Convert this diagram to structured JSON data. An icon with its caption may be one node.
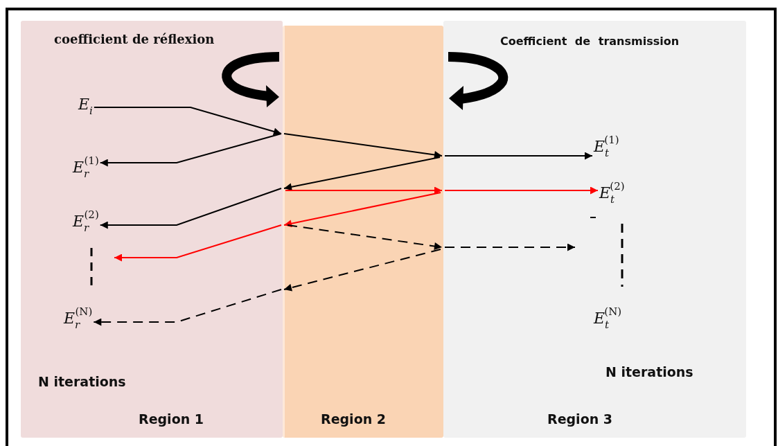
{
  "diagram": {
    "nodes": [
      {
        "text": [
          "Region 1"
        ]
      },
      {
        "text": [
          "Region 2"
        ]
      },
      {
        "text": [
          "Region 3"
        ]
      },
      {
        "text": [
          "E$_{i}$"
        ],
        "in": 0
      },
      {
        "text": [
          "E$_{r}$$^{(1)}$"
        ],
        "in": 0
      },
      {
        "text": [
          "E$_{r}$$^{(2)}$"
        ],
        "in": 0
      },
      {
        "text": [
          "E$_{r}$$^{(N)}$"
        ],
        "in": 0
      },
      {
        "text": [
          "E$_{t}$$^{(1)}$"
        ],
        "in": 2
      },
      {
        "text": [
          "E$_{t}$$^{(2)}$"
        ],
        "in": 2
      },
      {
        "text": [
          "E$_{t}$$^{(N)}$"
        ],
        "in": 2
      }
    ],
    "edges": [
      {
        "from": 3,
        "to": 1,
        "arrow": "to"
      },
      {
        "from": 1,
        "to": 4,
        "arrow": "to"
      },
      {
        "from": 1,
        "to": 2,
        "arrow": "to"
      },
      {
        "from": 1,
        "to": 7,
        "arrow": "to"
      },
      {
        "from": 1,
        "to": 0,
        "arrow": "to"
      },
      {
        "from": 1,
        "to": 5,
        "arrow": "to"
      },
      {
        "from": 1,
        "to": 2,
        "arrow": "to",
        "color": "#ff0000"
      },
      {
        "from": 1,
        "to": 8,
        "arrow": "to",
        "color": "#ff0000"
      },
      {
        "from": 1,
        "to": 0,
        "arrow": "to",
        "color": "#ff0000"
      },
      {
        "from": 1,
        "to": null,
        "arrow": "to",
        "color": "#ff0000"
      },
      {
        "from": 1,
        "to": 2,
        "arrow": "to",
        "style": "dashed"
      },
      {
        "from": 1,
        "to": null,
        "arrow": "to",
        "style": "dashed"
      },
      {
        "from": 1,
        "to": 0,
        "arrow": "to",
        "style": "dashed"
      },
      {
        "from": 1,
        "to": 6,
        "arrow": "to",
        "style": "dashed"
      }
    ],
    "labels": [
      "coefficient de réflexion",
      "Coefficient de transmission",
      "N iterations",
      "N iterations"
    ]
  }
}
